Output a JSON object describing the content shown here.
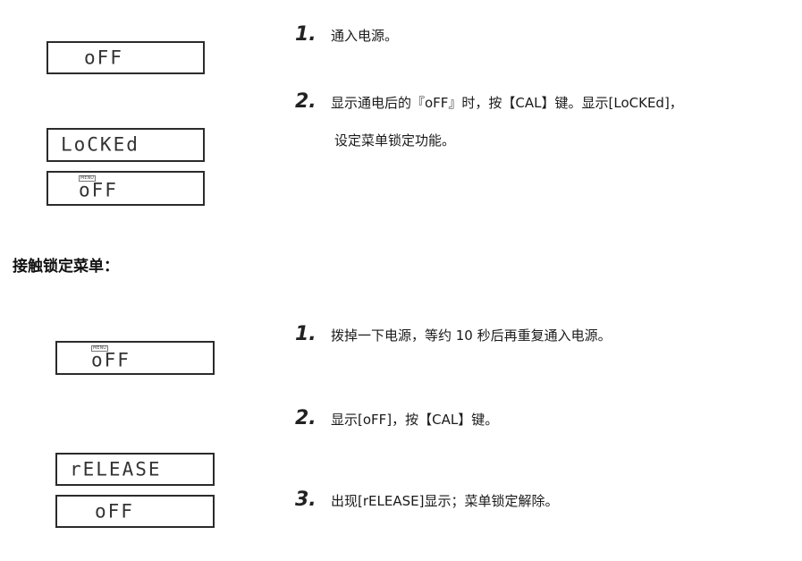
{
  "top": {
    "displays": [
      {
        "text": "oFF",
        "menu": false
      },
      {
        "text": "LoCKEd",
        "menu": false
      },
      {
        "text": "oFF",
        "menu": true,
        "menu_label": "MENU"
      }
    ],
    "steps": [
      {
        "number": "1.",
        "text": "通入电源。"
      },
      {
        "number": "2.",
        "text": "显示通电后的『oFF』时，按【CAL】键。显示[LoCKEd]，",
        "continuation": "设定菜单锁定功能。"
      }
    ]
  },
  "section": {
    "heading": "接触锁定菜单："
  },
  "bottom": {
    "displays": [
      {
        "text": "oFF",
        "menu": true,
        "menu_label": "MENU"
      },
      {
        "text": "rELEASE",
        "menu": false
      },
      {
        "text": "oFF",
        "menu": false
      }
    ],
    "steps": [
      {
        "number": "1.",
        "text": "拨掉一下电源，等约 10 秒后再重复通入电源。"
      },
      {
        "number": "2.",
        "text": "显示[oFF]，按【CAL】键。"
      },
      {
        "number": "3.",
        "text": "出现[rELEASE]显示；菜单锁定解除。"
      }
    ]
  }
}
